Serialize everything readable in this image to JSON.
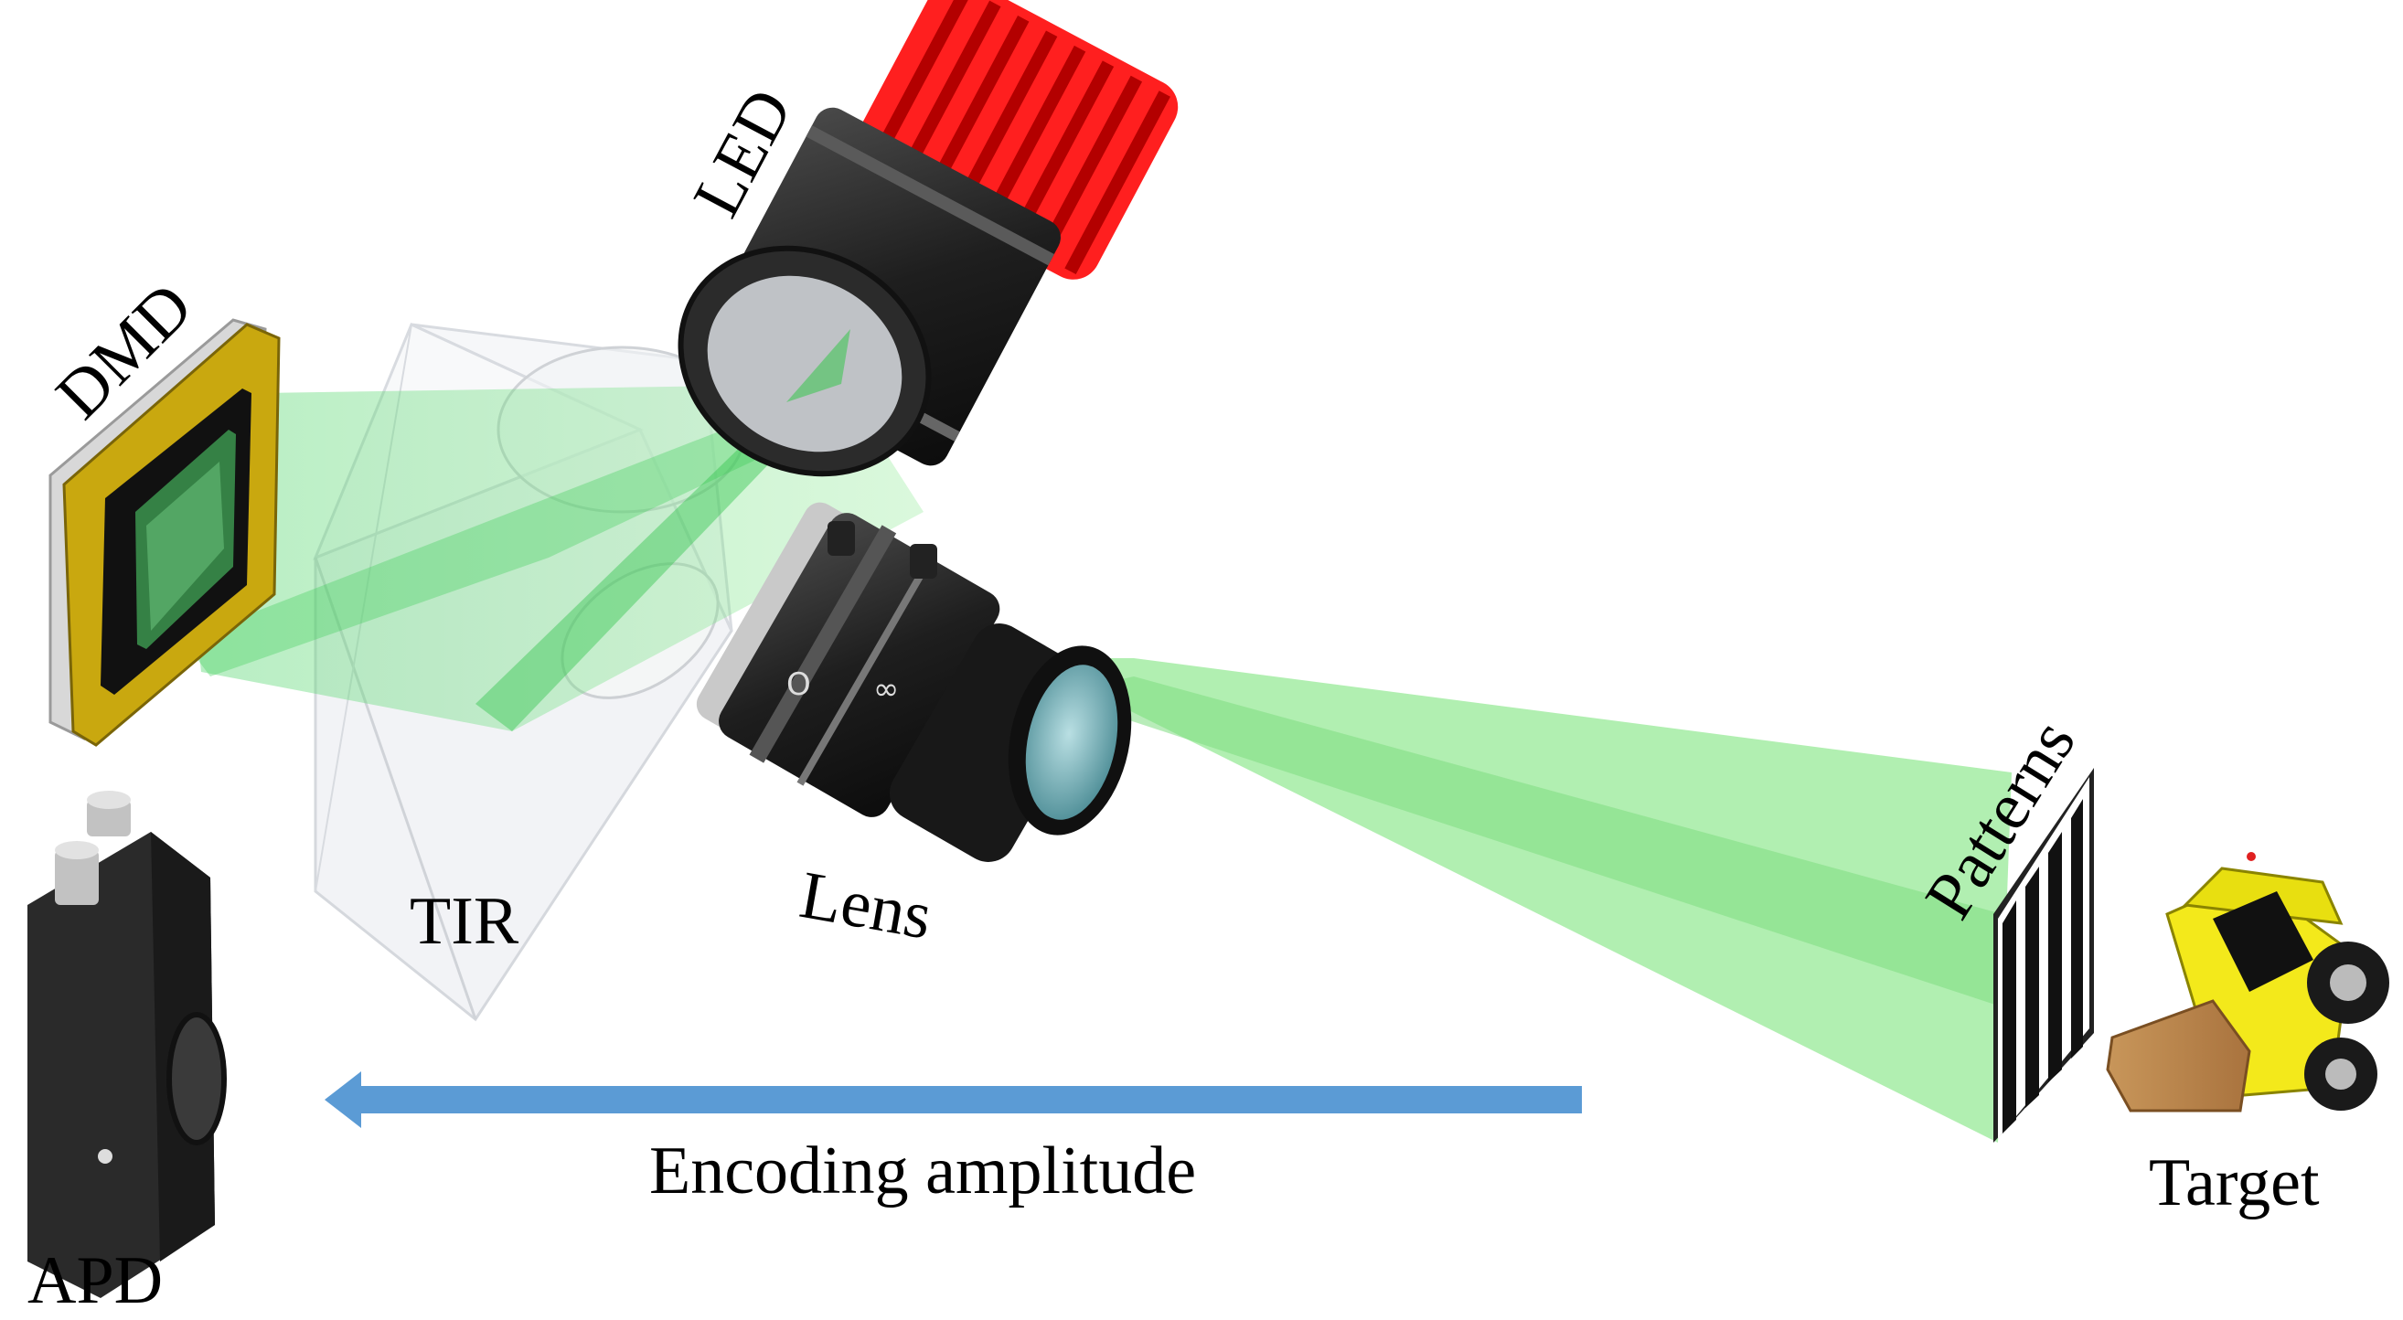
{
  "labels": {
    "led": "LED",
    "dmd": "DMD",
    "tir": "TIR",
    "lens": "Lens",
    "patterns": "Patterns",
    "target": "Target",
    "apd": "APD",
    "arrow": "Encoding amplitude"
  },
  "colors": {
    "beam": "#7fe07f",
    "arrow": "#5b9bd5",
    "led_heatsink": "#ff1a1a",
    "dmd_frame": "#c9a80f",
    "target_body": "#f2ea1a"
  },
  "icons": [
    "led-source-icon",
    "dmd-chip-icon",
    "tir-prism-icon",
    "lens-icon",
    "pattern-screen-icon",
    "target-vehicle-icon",
    "apd-detector-icon",
    "left-arrow-icon"
  ]
}
